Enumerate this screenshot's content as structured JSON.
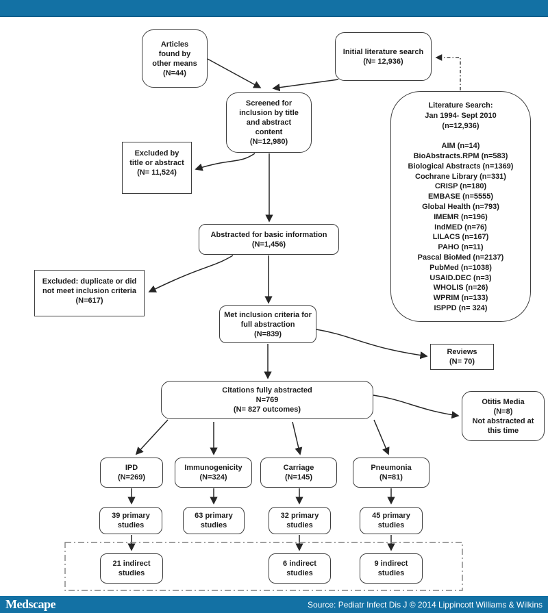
{
  "colors": {
    "bar_blue": "#1371a4",
    "box_border": "#3d3d3d",
    "connector": "#262626",
    "dashed_enclosure": "#808080"
  },
  "diagram": {
    "nodes": {
      "articles_other_means": {
        "text": "Articles\nfound by\nother means\n(N=44)"
      },
      "initial_search": {
        "text": "Initial literature search\n(N= 12,936)"
      },
      "screened": {
        "text": "Screened for\ninclusion by title\nand abstract\ncontent\n(N=12,980)"
      },
      "excluded_title": {
        "text": "Excluded by\ntitle or abstract\n(N= 11,524)"
      },
      "literature_panel": {
        "text": "Literature Search:\nJan 1994- Sept 2010\n(n=12,936)\n\nAIM (n=14)\nBioAbstracts.RPM (n=583)\nBiological Abstracts (n=1369)\nCochrane Library (n=331)\nCRISP (n=180)\nEMBASE (n=5555)\nGlobal Health (n=793)\nIMEMR (n=196)\nIndMED (n=76)\nLILACS (n=167)\nPAHO (n=11)\nPascal BioMed (n=2137)\nPubMed (n=1038)\nUSAID.DEC (n=3)\nWHOLIS (n=26)\nWPRIM (n=133)\nISPPD (n= 324)"
      },
      "abstracted_basic": {
        "text": "Abstracted for basic information\n(N=1,456)"
      },
      "excluded_duplicate": {
        "text": "Excluded: duplicate or did\nnot meet inclusion criteria\n(N=617)"
      },
      "met_inclusion": {
        "text": "Met inclusion criteria for\nfull abstraction\n(N=839)"
      },
      "reviews": {
        "text": "Reviews\n(N= 70)"
      },
      "citations_abstracted": {
        "text": "Citations fully abstracted\nN=769\n(N= 827 outcomes)"
      },
      "otitis_media": {
        "text": "Otitis Media\n(N=8)\nNot abstracted at\nthis time"
      },
      "ipd": {
        "text": "IPD\n(N=269)"
      },
      "immunogenicity": {
        "text": "Immunogenicity\n(N=324)"
      },
      "carriage": {
        "text": "Carriage\n(N=145)"
      },
      "pneumonia": {
        "text": "Pneumonia\n(N=81)"
      },
      "ipd_primary": {
        "text": "39 primary\nstudies"
      },
      "immunogenicity_primary": {
        "text": "63 primary\nstudies"
      },
      "carriage_primary": {
        "text": "32 primary\nstudies"
      },
      "pneumonia_primary": {
        "text": "45 primary\nstudies"
      },
      "ipd_indirect": {
        "text": "21 indirect\nstudies"
      },
      "carriage_indirect": {
        "text": "6 indirect\nstudies"
      },
      "pneumonia_indirect": {
        "text": "9 indirect\nstudies"
      }
    }
  },
  "footer": {
    "brand": "Medscape",
    "source": "Source: Pediatr Infect Dis J © 2014 Lippincott Williams & Wilkins"
  }
}
